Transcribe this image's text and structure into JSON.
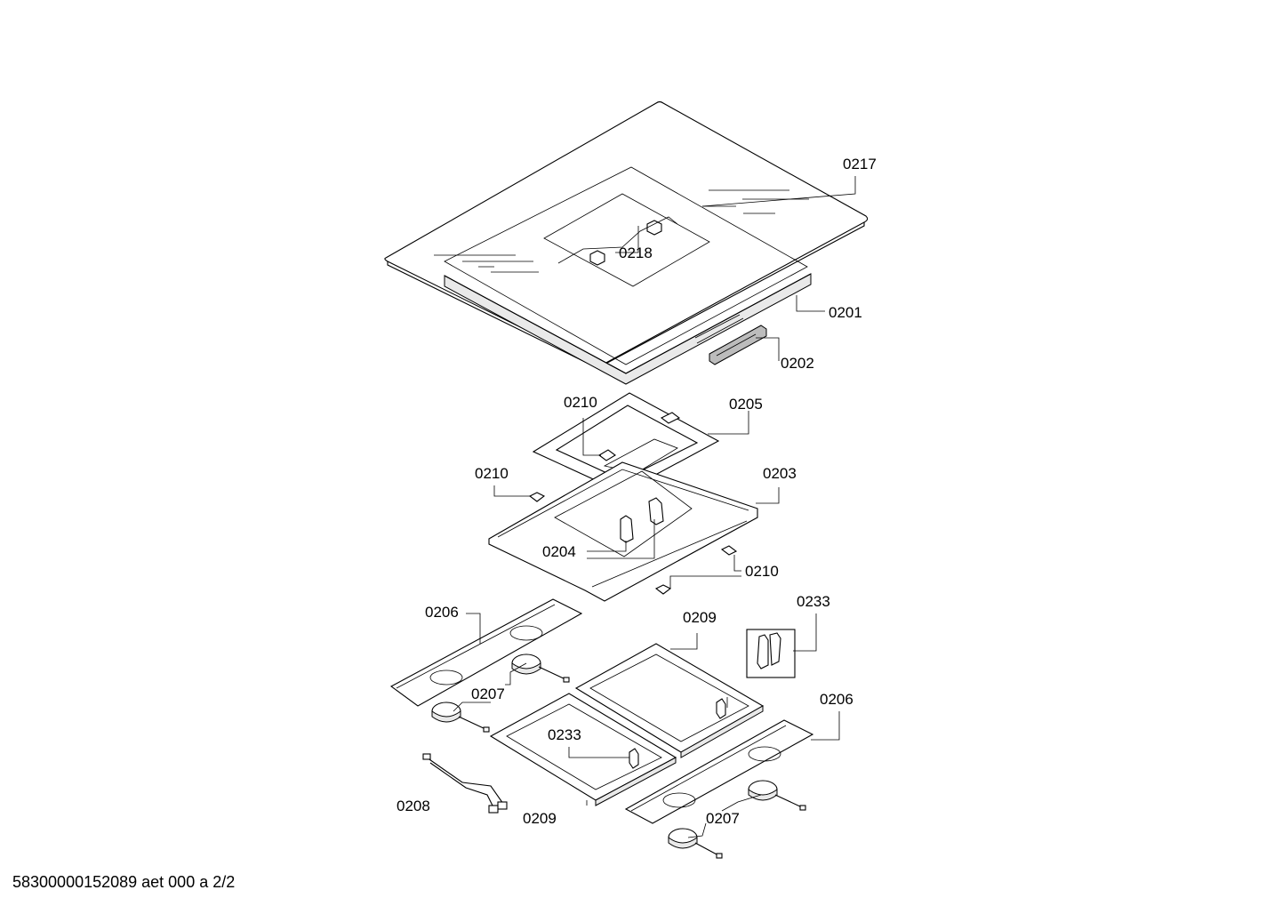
{
  "callouts": {
    "c0217": "0217",
    "c0218": "0218",
    "c0201": "0201",
    "c0202": "0202",
    "c0210_top": "0210",
    "c0205": "0205",
    "c0210_left": "0210",
    "c0203": "0203",
    "c0204": "0204",
    "c0210_right": "0210",
    "c0206_left": "0206",
    "c0209_top": "0209",
    "c0233_right": "0233",
    "c0207_left": "0207",
    "c0233_mid": "0233",
    "c0206_right": "0206",
    "c0208": "0208",
    "c0209_bottom": "0209",
    "c0207_right": "0207"
  },
  "footer": {
    "document_id": "58300000152089 aet 000 a 2/2"
  }
}
